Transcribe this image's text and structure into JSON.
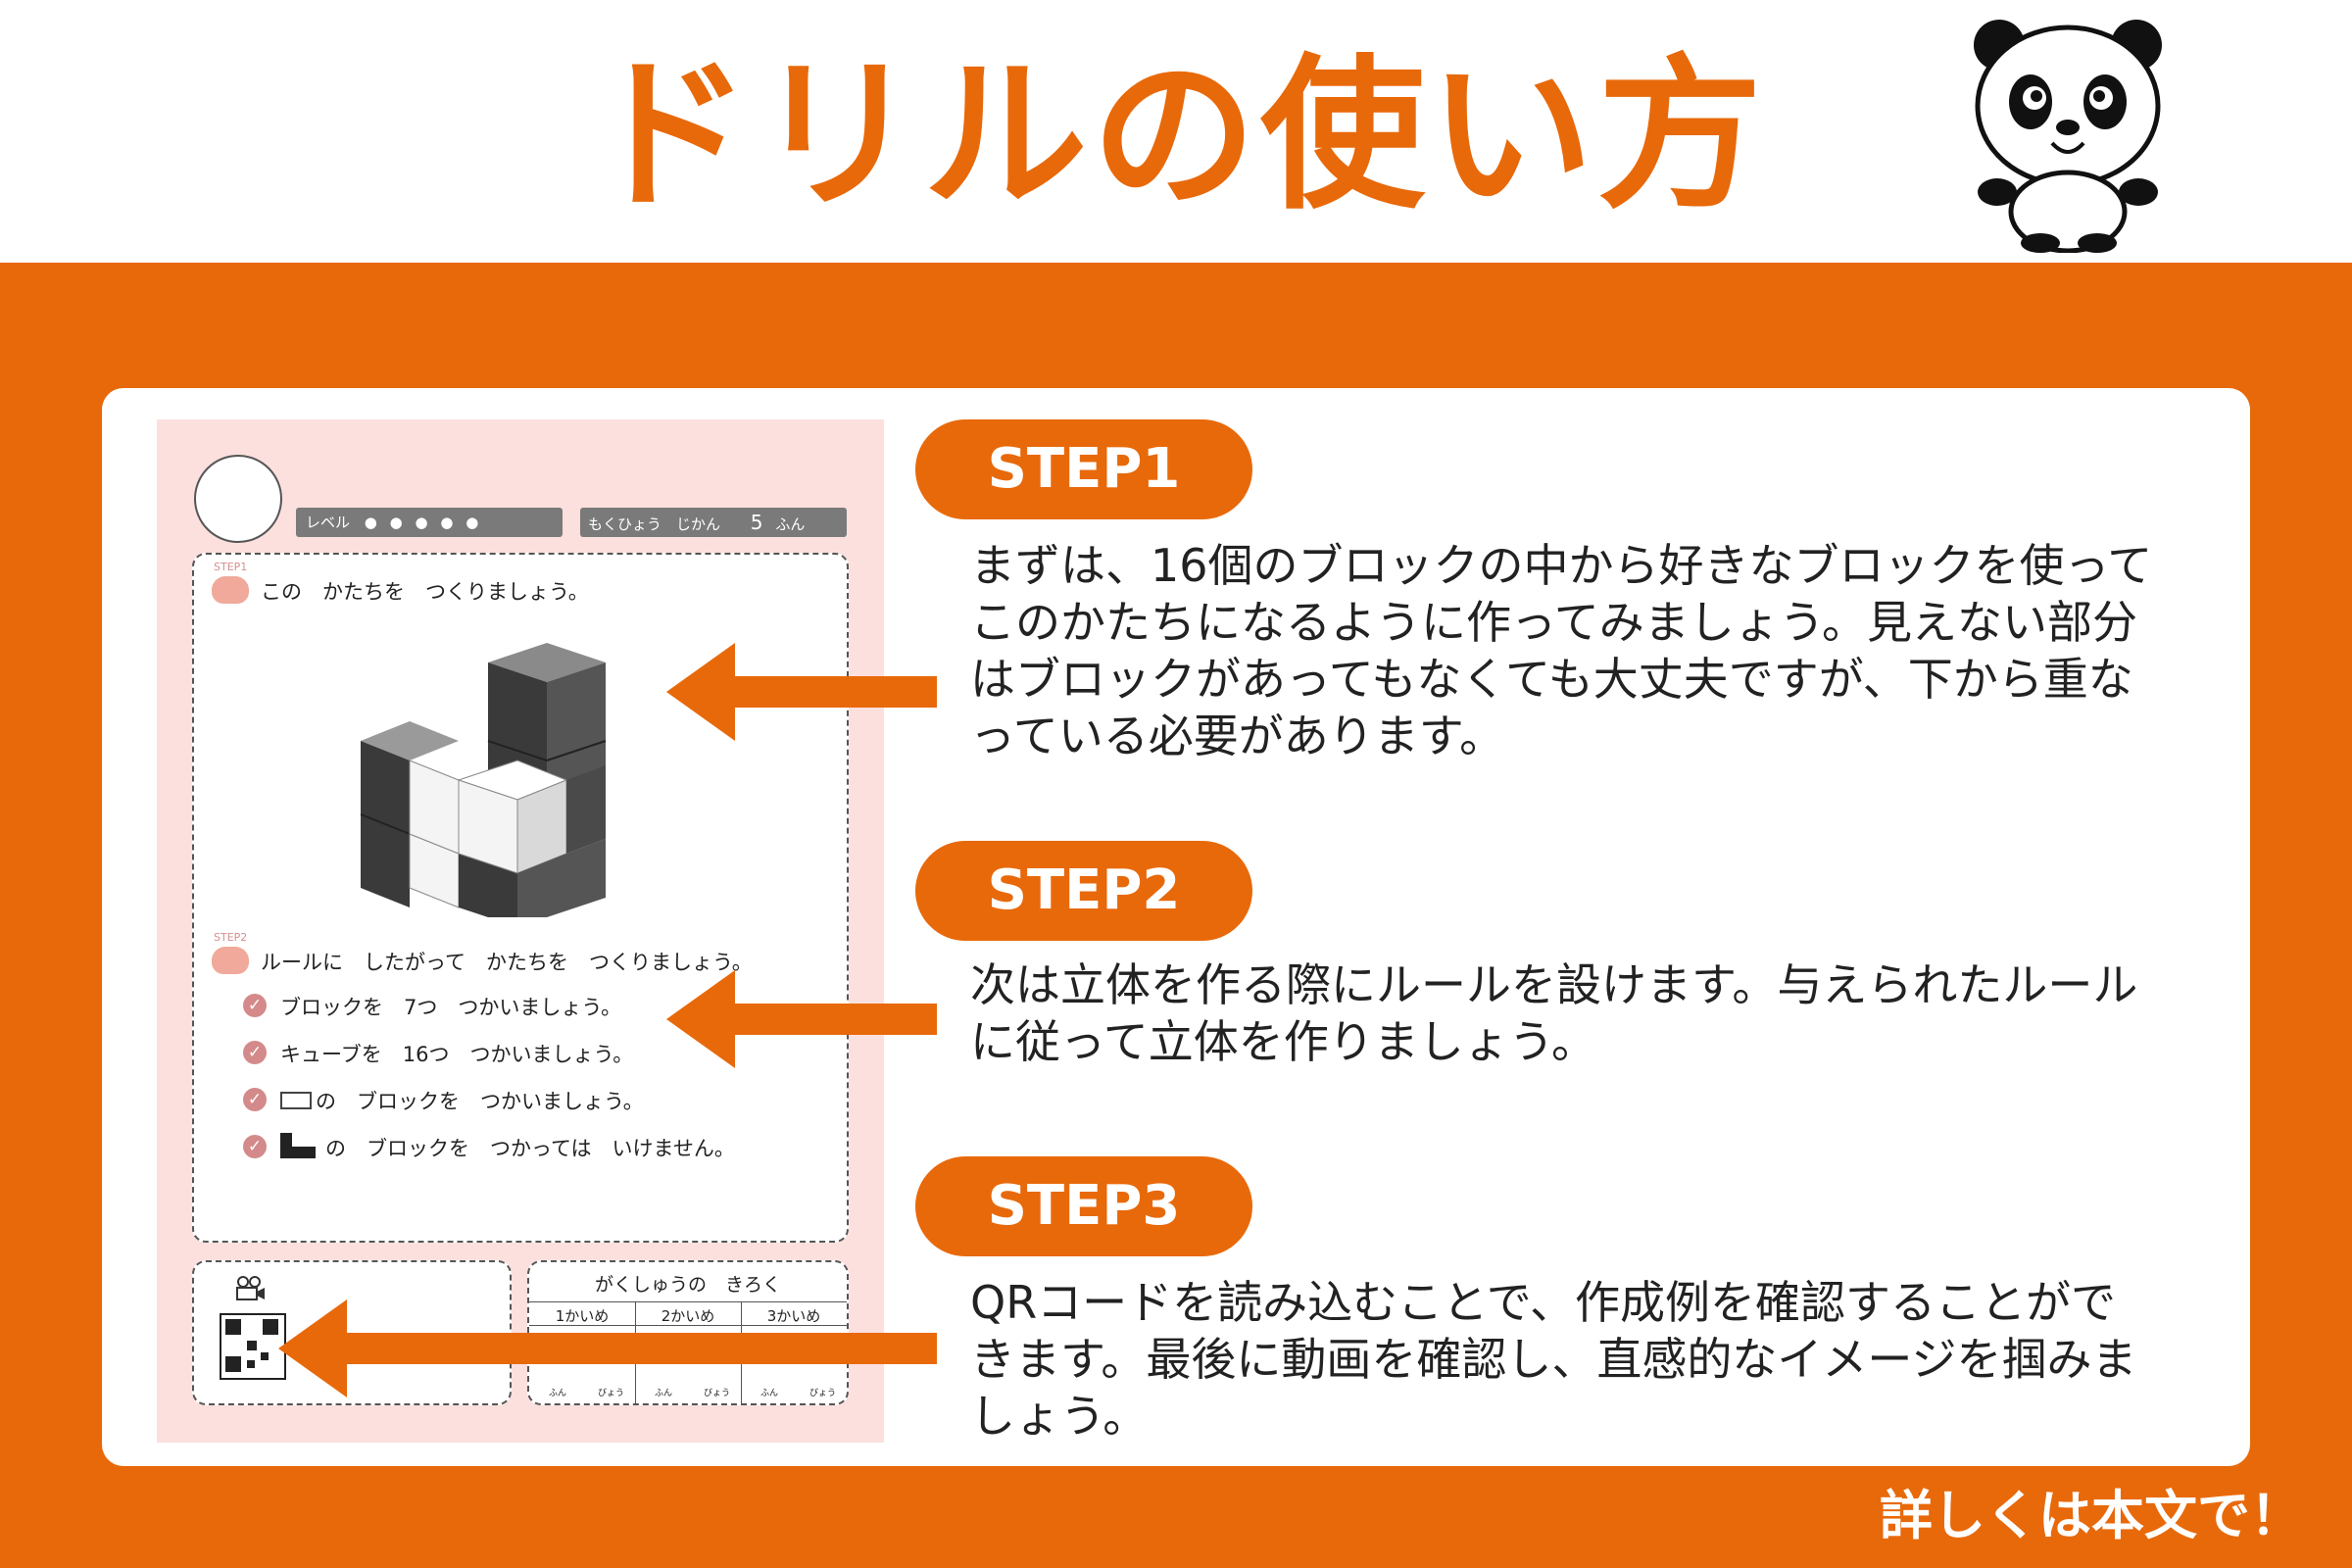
{
  "page": {
    "title": "ドリルの使い方",
    "footer_note": "詳しくは本文で！"
  },
  "steps": [
    {
      "label": "STEP1",
      "lines": [
        "まずは、16個のブロックの中から好きなブロックを使って",
        "このかたちになるように作ってみましょう。見えない部分",
        "はブロックがあってもなくても大丈夫ですが、下から重な",
        "っている必要があります。"
      ]
    },
    {
      "label": "STEP2",
      "lines": [
        "次は立体を作る際にルールを設けます。与えられたルール",
        "に従って立体を作りましょう。"
      ]
    },
    {
      "label": "STEP3",
      "lines": [
        "QRコードを読み込むことで、作成例を確認することがで",
        "きます。最後に動画を確認し、直感的なイメージを掴みま",
        "しょう。"
      ]
    }
  ],
  "worksheet": {
    "level_label": "レベル",
    "target_label": "もくひょう　じかん",
    "target_value": "5",
    "target_unit": "ふん",
    "step1_small": "STEP1",
    "step1_text": "この　かたちを　つくりましょう。",
    "step2_small": "STEP2",
    "step2_text": "ルールに　したがって　かたちを　つくりましょう。",
    "rules": [
      "ブロックを　7つ　つかいましょう。",
      "キューブを　16つ　つかいましょう。",
      "の　ブロックを　つかいましょう。",
      "の　ブロックを　つかっては　いけません。"
    ],
    "record_title": "がくしゅうの　きろく",
    "record_cols": [
      "1かいめ",
      "2かいめ",
      "3かいめ"
    ],
    "record_sub": [
      "ふん",
      "びょう",
      "ふん",
      "びょう",
      "ふん",
      "びょう"
    ]
  },
  "colors": {
    "brand_orange": "#E8690A",
    "sheet_pink": "#FBE0DE"
  }
}
